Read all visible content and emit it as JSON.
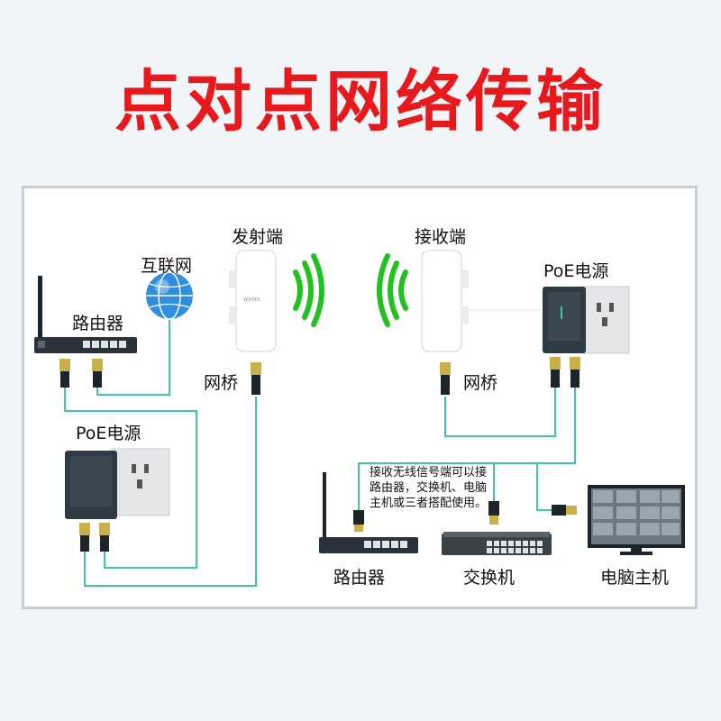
{
  "title": "点对点网络传输",
  "labels": {
    "transmitter": "发射端",
    "receiver": "接收端",
    "internet": "互联网",
    "router_left": "路由器",
    "bridge_left": "网桥",
    "bridge_right": "网桥",
    "poe_left": "PoE电源",
    "poe_right": "PoE电源",
    "router_bottom": "路由器",
    "switch": "交换机",
    "pc_host": "电脑主机"
  },
  "note": "接收无线信号端可以接路由器，交换机、电脑主机或三者搭配使用。",
  "colors": {
    "title": "#e8191c",
    "cable": "#3cc7a8",
    "signal": "#22c21e",
    "device_dark": "#2f3b44"
  }
}
